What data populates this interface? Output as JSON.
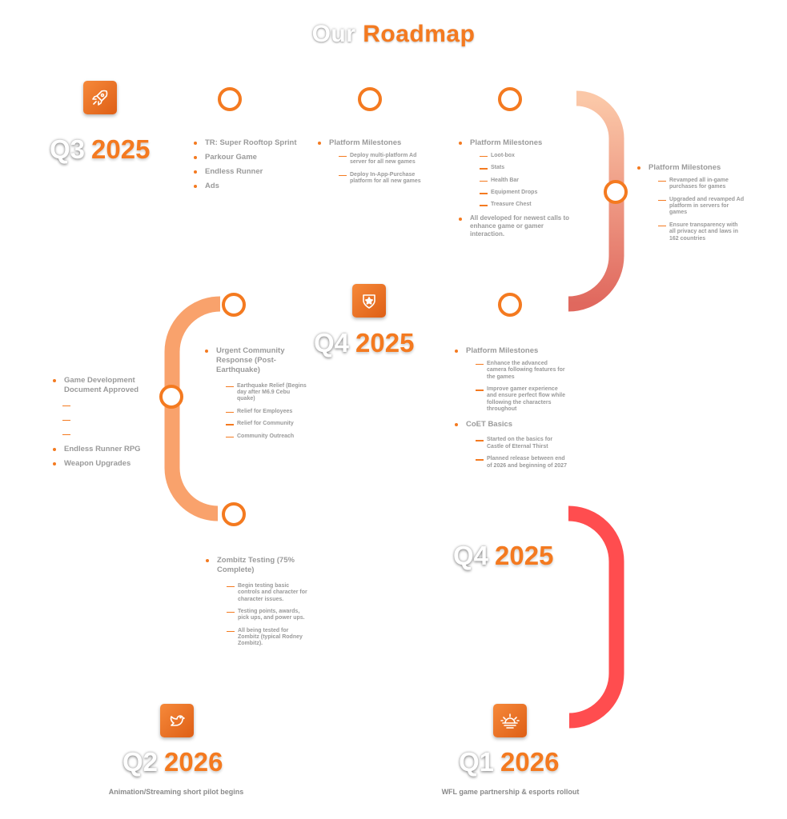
{
  "header": {
    "title_plain": "Our",
    "title_accent": "Roadmap"
  },
  "colors": {
    "accent": "#f47a20",
    "text": "#9a9a9a",
    "track_end": "#ff4d4f"
  },
  "sections": {
    "q3_2025": {
      "quarter": "Q3",
      "year": "2025",
      "items": [
        "TR: Super Rooftop Sprint",
        "Parkour Game",
        "Endless Runner",
        "Ads"
      ]
    },
    "q4_2025_a": {
      "quarter": "Q4",
      "year": "2025"
    },
    "q4_2025_b": {
      "quarter": "Q4",
      "year": "2025"
    },
    "q1_2026": {
      "quarter": "Q1",
      "year": "2026",
      "caption": "WFL game partnership & esports rollout"
    },
    "q2_2026": {
      "quarter": "Q2",
      "year": "2026",
      "caption": "Animation/Streaming short pilot begins"
    }
  },
  "pm1": {
    "title": "Platform Milestones",
    "subs": [
      "Deploy multi-platform Ad server for all new games",
      "Deploy In-App-Purchase platform for all new games"
    ]
  },
  "pm2": {
    "title": "Platform Milestones",
    "subs": [
      "Loot-box",
      "Stats",
      "Health Bar",
      "Equipment Drops",
      "Treasure Chest"
    ],
    "note": "All developed for newest calls to enhance game or gamer interaction."
  },
  "pm3": {
    "title": "Platform Milestones",
    "subs": [
      "Revamped all in-game purchases for games",
      "Upgraded and revamped Ad platform in servers for games",
      "Ensure transparency with all privacy act and laws in 162 countries"
    ]
  },
  "left": {
    "item1": "Game Development Document Approved",
    "item2": "Endless Runner RPG",
    "item3": "Weapon Upgrades"
  },
  "urgent": {
    "title": "Urgent Community Response (Post-Earthquake)",
    "subs": [
      "Earthquake Relief (Begins day after M6.9 Cebu quake)",
      "Relief for Employees",
      "Relief for Community",
      "Community Outreach"
    ]
  },
  "pm4": {
    "title": "Platform Milestones",
    "subs": [
      "Enhance the advanced camera following features for the games",
      "Improve gamer experience and ensure perfect flow while following the characters throughout"
    ]
  },
  "coet": {
    "title": "CoET Basics",
    "subs": [
      "Started on the basics for Castle of Eternal Thirst",
      "Planned release between end of 2026 and beginning of 2027"
    ]
  },
  "zombitz": {
    "title": "Zombitz Testing (75% Complete)",
    "subs": [
      "Begin testing basic controls and character for character issues.",
      "Testing points, awards, pick ups, and power ups.",
      "All being tested for Zombitz (typical Rodney Zombitz)."
    ]
  },
  "icons": [
    "rocket-icon",
    "shield-star-icon",
    "bird-icon",
    "sunrise-icon"
  ]
}
